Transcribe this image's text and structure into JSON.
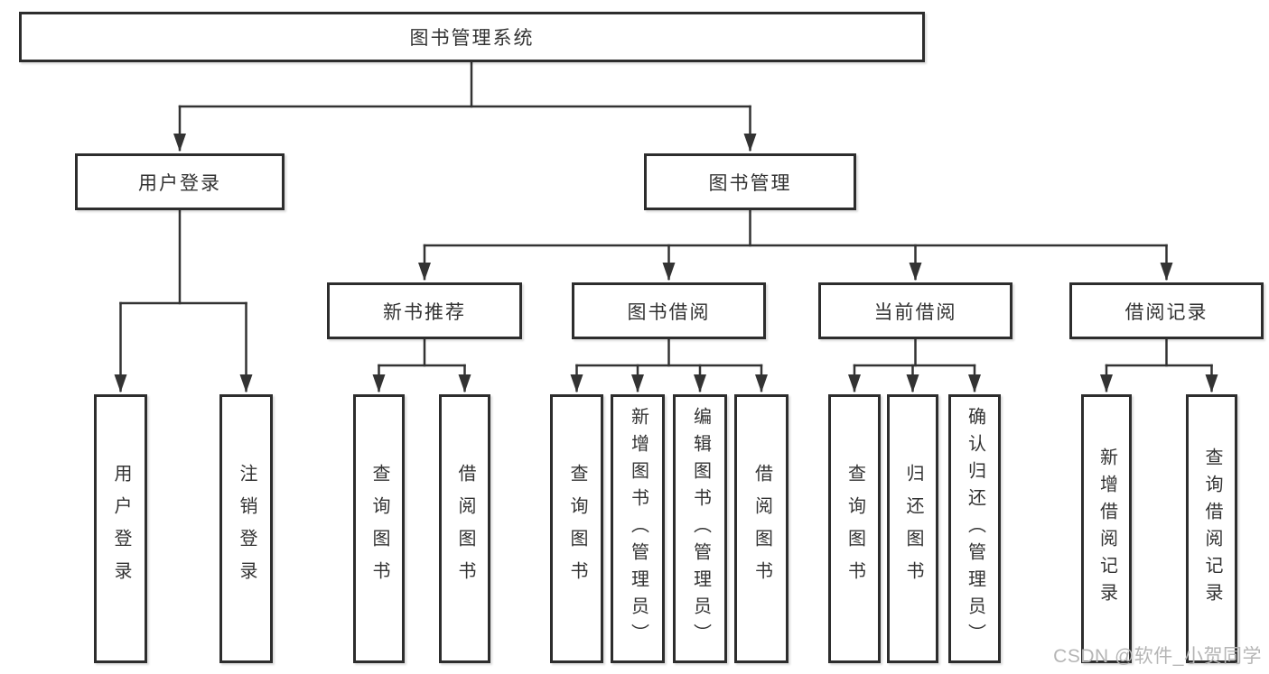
{
  "diagram": {
    "type": "hierarchy-tree",
    "colors": {
      "line": "#333333",
      "box_border": "#2d2d2d",
      "text": "#333333",
      "background": "#ffffff",
      "watermark": "#b5b5b5"
    },
    "watermark": "CSDN @软件_小贺同学",
    "tree": {
      "root": {
        "label": "图书管理系统"
      },
      "branches": [
        {
          "label": "用户登录",
          "children": [
            {
              "label": "用户登录"
            },
            {
              "label": "注销登录"
            }
          ]
        },
        {
          "label": "图书管理",
          "children": [
            {
              "label": "新书推荐",
              "children": [
                {
                  "label": "查询图书"
                },
                {
                  "label": "借阅图书"
                }
              ]
            },
            {
              "label": "图书借阅",
              "children": [
                {
                  "label": "查询图书"
                },
                {
                  "label": "新增图书（管理员）"
                },
                {
                  "label": "编辑图书（管理员）"
                },
                {
                  "label": "借阅图书"
                }
              ]
            },
            {
              "label": "当前借阅",
              "children": [
                {
                  "label": "查询图书"
                },
                {
                  "label": "归还图书"
                },
                {
                  "label": "确认归还（管理员）"
                }
              ]
            },
            {
              "label": "借阅记录",
              "children": [
                {
                  "label": "新增借阅记录"
                },
                {
                  "label": "查询借阅记录"
                }
              ]
            }
          ]
        }
      ]
    }
  }
}
